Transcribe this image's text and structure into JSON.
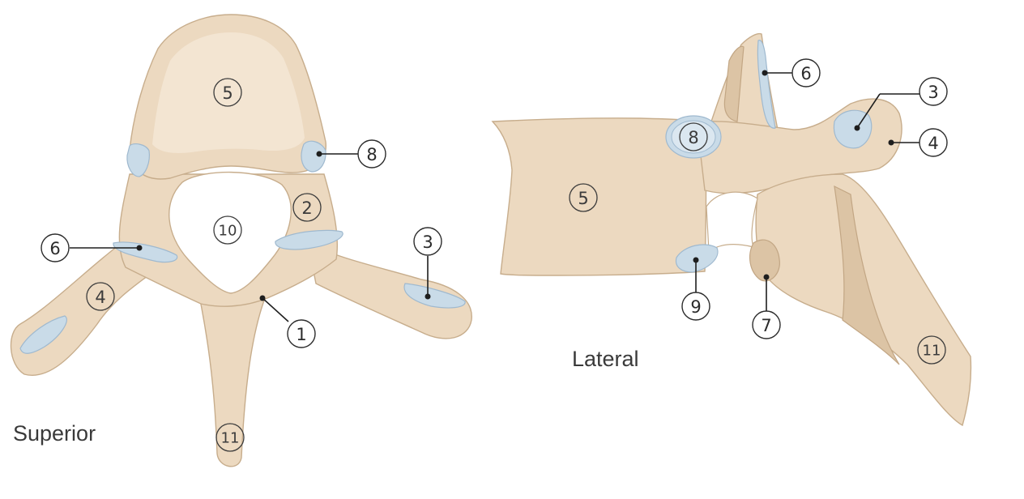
{
  "views": {
    "superior": "Superior",
    "lateral": "Lateral"
  },
  "superior_markers": {
    "m5": "5",
    "m8": "8",
    "m2": "2",
    "m10": "10",
    "m6": "6",
    "m3": "3",
    "m4": "4",
    "m1": "1",
    "m11": "11"
  },
  "lateral_markers": {
    "m6": "6",
    "m3": "3",
    "m8": "8",
    "m4": "4",
    "m5": "5",
    "m9": "9",
    "m7": "7",
    "m11": "11"
  },
  "colors": {
    "bone": "#ecd9c0",
    "facet": "#c9dbe8",
    "outline": "#2b2b2b"
  }
}
